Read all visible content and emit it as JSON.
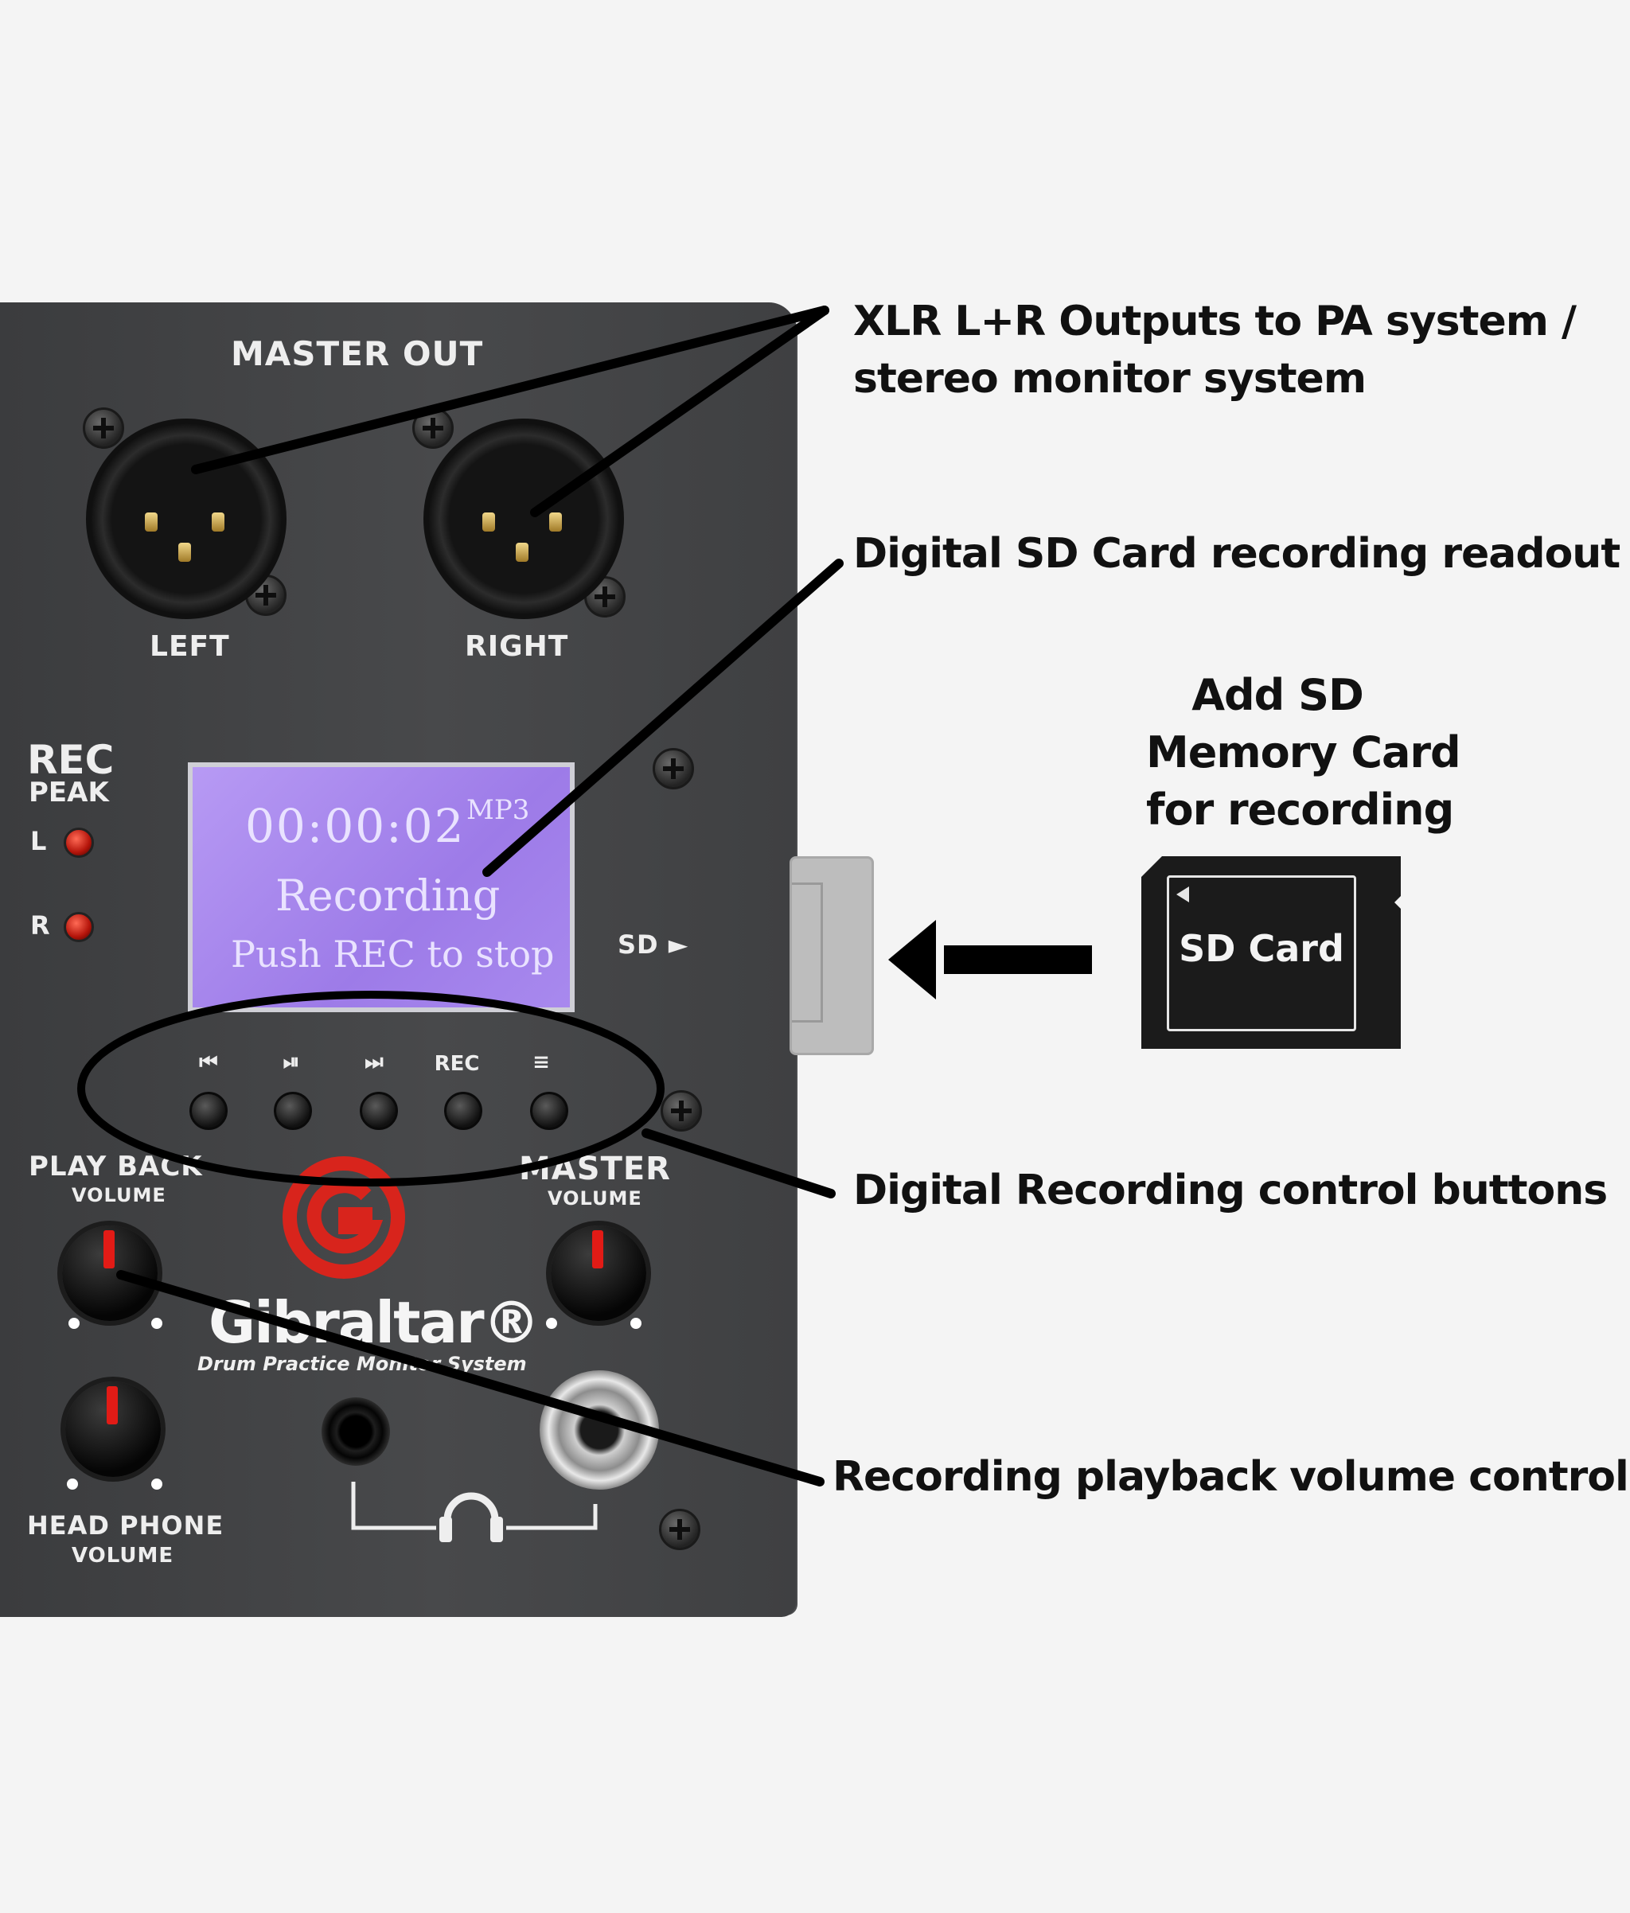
{
  "device": {
    "master_out": "MASTER OUT",
    "left": "LEFT",
    "right": "RIGHT",
    "rec": "REC",
    "peak": "PEAK",
    "led_l": "L",
    "led_r": "R",
    "sd_slot": "SD ►",
    "display": {
      "time": "00:00:02",
      "format": "MP3",
      "status": "Recording",
      "hint": "Push REC to stop"
    },
    "transport": [
      "⏮",
      "⏯",
      "⏭",
      "REC",
      "≡"
    ],
    "playback": "PLAY BACK",
    "volume": "VOLUME",
    "master": "MASTER",
    "brand": "Gibraltar®",
    "tagline": "Drum Practice Monitor System",
    "headphone": "HEAD PHONE",
    "headphone_volume": "VOLUME"
  },
  "callouts": {
    "xlr_line1": "XLR L+R Outputs to PA system /",
    "xlr_line2": "stereo monitor system",
    "sd_readout": "Digital SD Card recording readout",
    "add_sd_line1": "Add SD",
    "add_sd_line2": "Memory Card",
    "add_sd_line3": "for recording",
    "control_buttons": "Digital Recording control buttons",
    "playback_volume": "Recording playback volume control"
  },
  "sd_card": {
    "label": "SD Card"
  },
  "colors": {
    "accent_red": "#e21b16",
    "lcd_purple": "#a889ee",
    "panel": "#444547"
  }
}
